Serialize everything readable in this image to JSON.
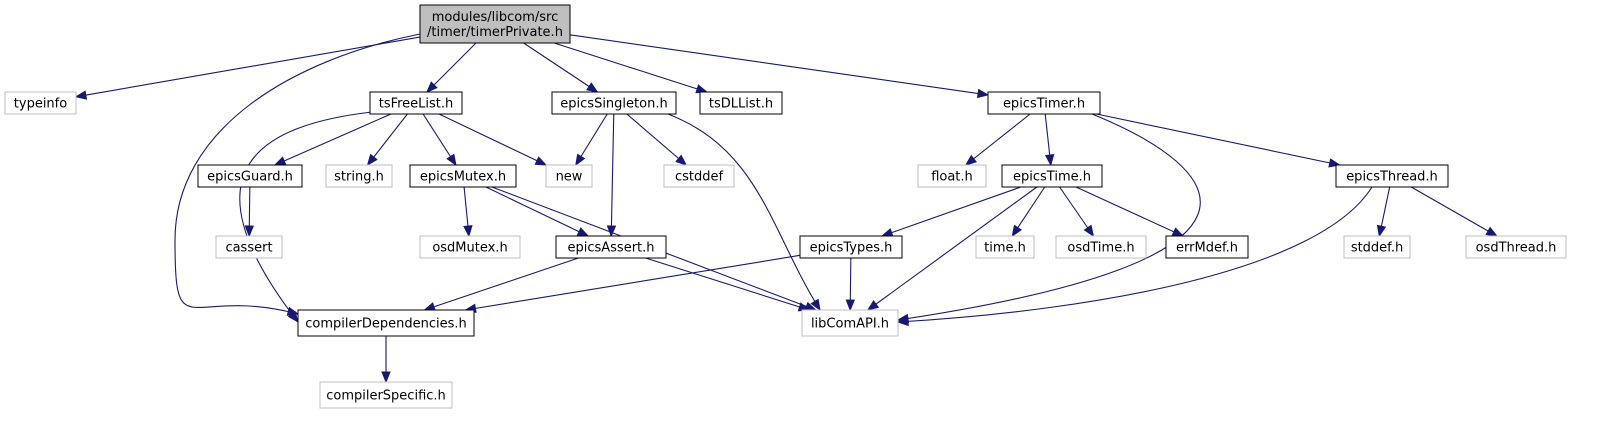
{
  "nodes": [
    {
      "id": "root",
      "label": "modules/libcom/src\n/timer/timerPrivate.h",
      "kind": "root"
    },
    {
      "id": "typeinfo",
      "label": "typeinfo",
      "kind": "external"
    },
    {
      "id": "tsFreeList",
      "label": "tsFreeList.h",
      "kind": "linked"
    },
    {
      "id": "epicsSingleton",
      "label": "epicsSingleton.h",
      "kind": "linked"
    },
    {
      "id": "tsDLList",
      "label": "tsDLList.h",
      "kind": "linked"
    },
    {
      "id": "epicsTimer",
      "label": "epicsTimer.h",
      "kind": "linked"
    },
    {
      "id": "epicsGuard",
      "label": "epicsGuard.h",
      "kind": "linked"
    },
    {
      "id": "string",
      "label": "string.h",
      "kind": "external"
    },
    {
      "id": "epicsMutex",
      "label": "epicsMutex.h",
      "kind": "linked"
    },
    {
      "id": "new",
      "label": "new",
      "kind": "external"
    },
    {
      "id": "cstddef",
      "label": "cstddef",
      "kind": "external"
    },
    {
      "id": "float",
      "label": "float.h",
      "kind": "external"
    },
    {
      "id": "epicsTime",
      "label": "epicsTime.h",
      "kind": "linked"
    },
    {
      "id": "epicsThread",
      "label": "epicsThread.h",
      "kind": "linked"
    },
    {
      "id": "cassert",
      "label": "cassert",
      "kind": "external"
    },
    {
      "id": "osdMutex",
      "label": "osdMutex.h",
      "kind": "external"
    },
    {
      "id": "epicsAssert",
      "label": "epicsAssert.h",
      "kind": "linked"
    },
    {
      "id": "epicsTypes",
      "label": "epicsTypes.h",
      "kind": "linked"
    },
    {
      "id": "time",
      "label": "time.h",
      "kind": "external"
    },
    {
      "id": "osdTime",
      "label": "osdTime.h",
      "kind": "external"
    },
    {
      "id": "errMdef",
      "label": "errMdef.h",
      "kind": "linked"
    },
    {
      "id": "stddef",
      "label": "stddef.h",
      "kind": "external"
    },
    {
      "id": "osdThread",
      "label": "osdThread.h",
      "kind": "external"
    },
    {
      "id": "compilerDependencies",
      "label": "compilerDependencies.h",
      "kind": "linked"
    },
    {
      "id": "libComAPI",
      "label": "libComAPI.h",
      "kind": "external"
    },
    {
      "id": "compilerSpecific",
      "label": "compilerSpecific.h",
      "kind": "external"
    }
  ],
  "edges": [
    {
      "from": "root",
      "to": "typeinfo"
    },
    {
      "from": "root",
      "to": "tsFreeList"
    },
    {
      "from": "root",
      "to": "epicsSingleton"
    },
    {
      "from": "root",
      "to": "tsDLList"
    },
    {
      "from": "root",
      "to": "epicsTimer"
    },
    {
      "from": "root",
      "to": "compilerDependencies"
    },
    {
      "from": "tsFreeList",
      "to": "epicsGuard"
    },
    {
      "from": "tsFreeList",
      "to": "string"
    },
    {
      "from": "tsFreeList",
      "to": "epicsMutex"
    },
    {
      "from": "tsFreeList",
      "to": "new"
    },
    {
      "from": "tsFreeList",
      "to": "compilerDependencies"
    },
    {
      "from": "epicsSingleton",
      "to": "new"
    },
    {
      "from": "epicsSingleton",
      "to": "cstddef"
    },
    {
      "from": "epicsSingleton",
      "to": "epicsAssert"
    },
    {
      "from": "epicsSingleton",
      "to": "libComAPI"
    },
    {
      "from": "epicsTimer",
      "to": "float"
    },
    {
      "from": "epicsTimer",
      "to": "epicsTime"
    },
    {
      "from": "epicsTimer",
      "to": "epicsThread"
    },
    {
      "from": "epicsTimer",
      "to": "libComAPI"
    },
    {
      "from": "epicsGuard",
      "to": "cassert"
    },
    {
      "from": "epicsMutex",
      "to": "osdMutex"
    },
    {
      "from": "epicsMutex",
      "to": "epicsAssert"
    },
    {
      "from": "epicsMutex",
      "to": "libComAPI"
    },
    {
      "from": "epicsTime",
      "to": "epicsTypes"
    },
    {
      "from": "epicsTime",
      "to": "time"
    },
    {
      "from": "epicsTime",
      "to": "osdTime"
    },
    {
      "from": "epicsTime",
      "to": "errMdef"
    },
    {
      "from": "epicsTime",
      "to": "libComAPI"
    },
    {
      "from": "epicsThread",
      "to": "stddef"
    },
    {
      "from": "epicsThread",
      "to": "osdThread"
    },
    {
      "from": "epicsThread",
      "to": "libComAPI"
    },
    {
      "from": "epicsAssert",
      "to": "compilerDependencies"
    },
    {
      "from": "epicsAssert",
      "to": "libComAPI"
    },
    {
      "from": "epicsTypes",
      "to": "compilerDependencies"
    },
    {
      "from": "epicsTypes",
      "to": "libComAPI"
    },
    {
      "from": "compilerDependencies",
      "to": "compilerSpecific"
    }
  ]
}
